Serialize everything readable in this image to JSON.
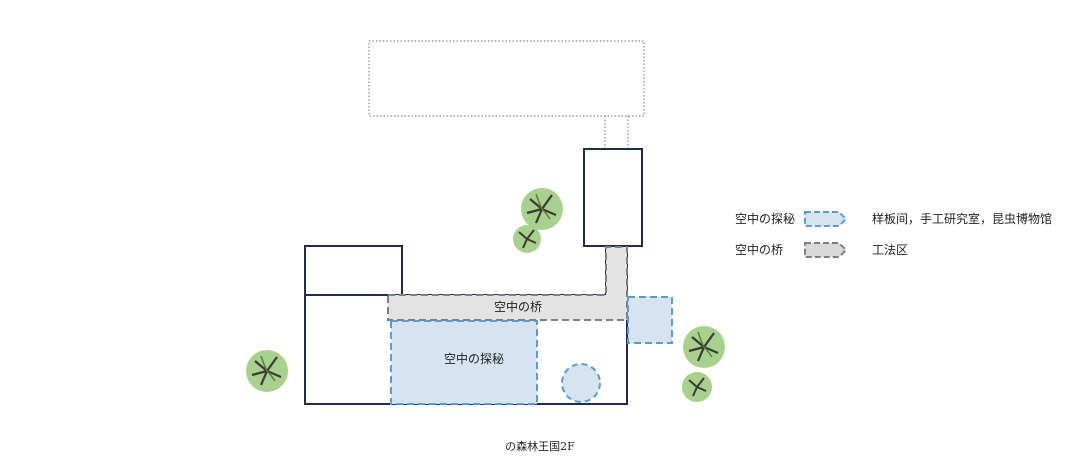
{
  "labels": {
    "bridge": "空中の桥",
    "explore": "空中の探秘"
  },
  "legend": [
    {
      "name": "空中の探秘",
      "description": "样板间，手工研究室，昆虫博物馆",
      "fill": "#d6e4f2",
      "stroke": "#5b9bd5"
    },
    {
      "name": "空中の桥",
      "description": "工法区",
      "fill": "#d9d9d9",
      "stroke": "#7f7f7f"
    }
  ],
  "caption": "の森林王国2F",
  "colors": {
    "building_outline": "#1f2d52",
    "explore_fill": "#d6e4f2",
    "explore_stroke": "#5b9bd5",
    "bridge_fill": "#e3e3e3",
    "bridge_stroke": "#7f7f7f",
    "tree_light": "#a9d18e",
    "tree_dark": "#548235",
    "tree_line": "#3a3a3a"
  }
}
